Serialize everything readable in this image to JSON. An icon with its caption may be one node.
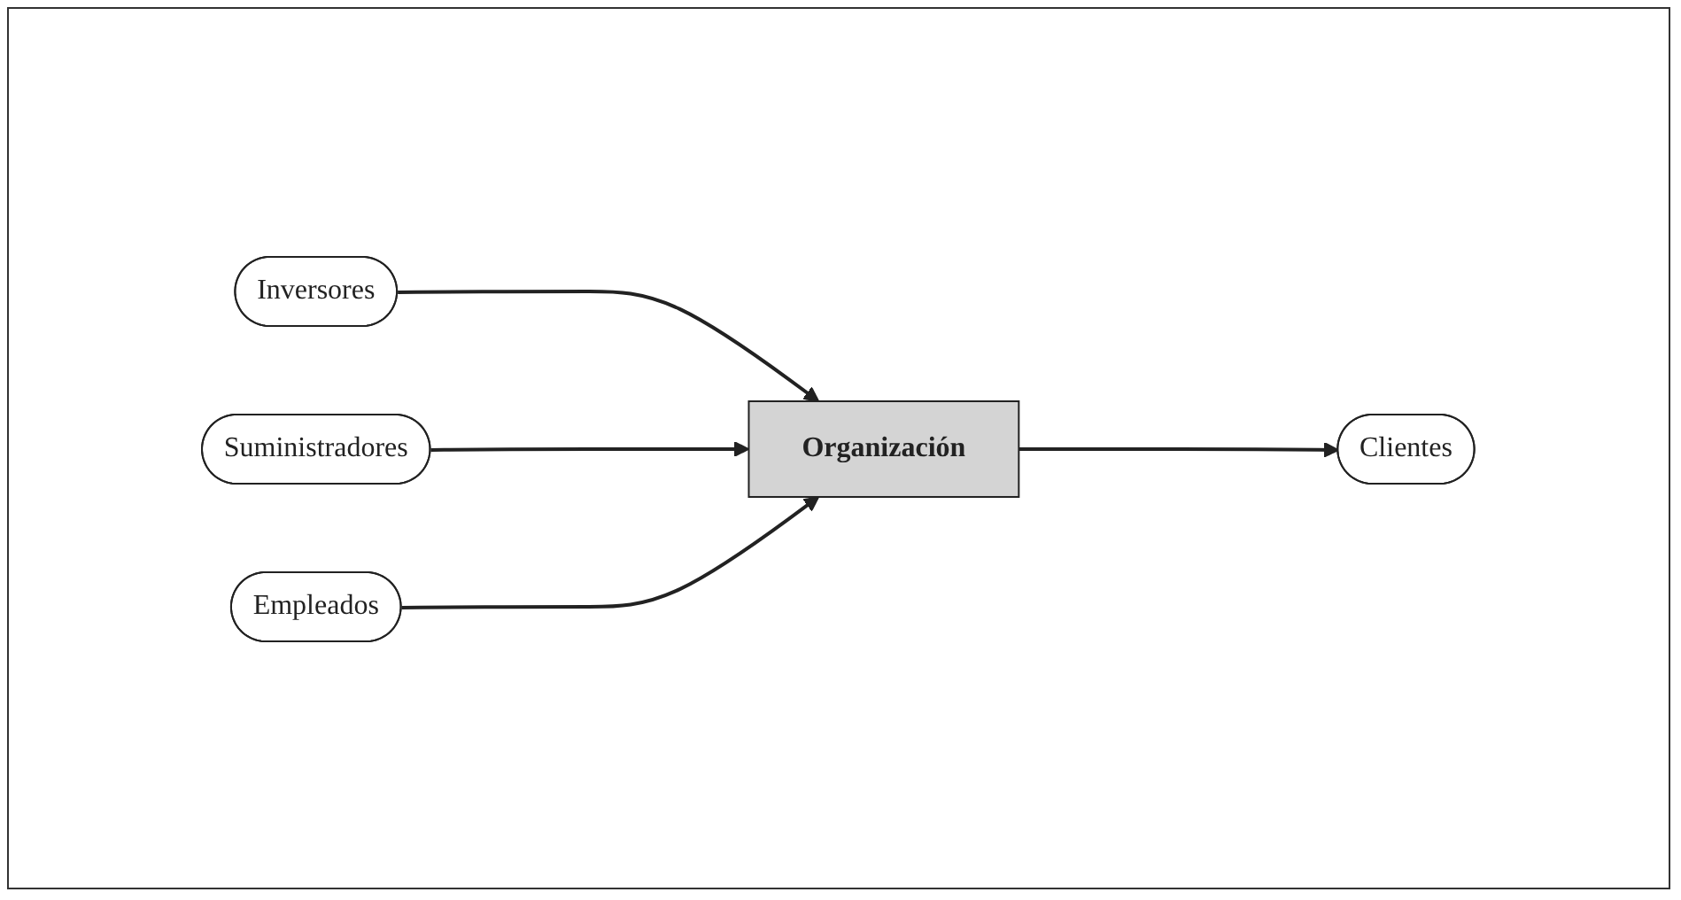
{
  "diagram": {
    "nodes": [
      {
        "text": [
          "Inversores"
        ]
      },
      {
        "text": [
          "Suministradores"
        ]
      },
      {
        "text": [
          "Organización"
        ]
      },
      {
        "text": [
          "Clientes"
        ]
      },
      {
        "text": [
          "Empleados"
        ]
      }
    ],
    "edges": [
      {
        "from": 0,
        "to": 2,
        "arrow": "to"
      },
      {
        "from": 1,
        "to": 2,
        "arrow": "to"
      },
      {
        "from": 2,
        "to": 3,
        "arrow": "to"
      },
      {
        "from": 4,
        "to": 2,
        "arrow": "to"
      }
    ]
  }
}
